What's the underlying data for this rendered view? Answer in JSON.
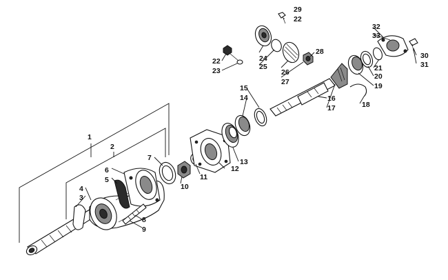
{
  "callouts": [
    "1",
    "2",
    "3",
    "4",
    "5",
    "6",
    "7",
    "8",
    "9",
    "10",
    "11",
    "12",
    "13",
    "14",
    "15",
    "16",
    "17",
    "18",
    "19",
    "20",
    "21",
    "22",
    "22",
    "23",
    "24",
    "25",
    "26",
    "27",
    "28",
    "29",
    "30",
    "31",
    "32",
    "33"
  ]
}
